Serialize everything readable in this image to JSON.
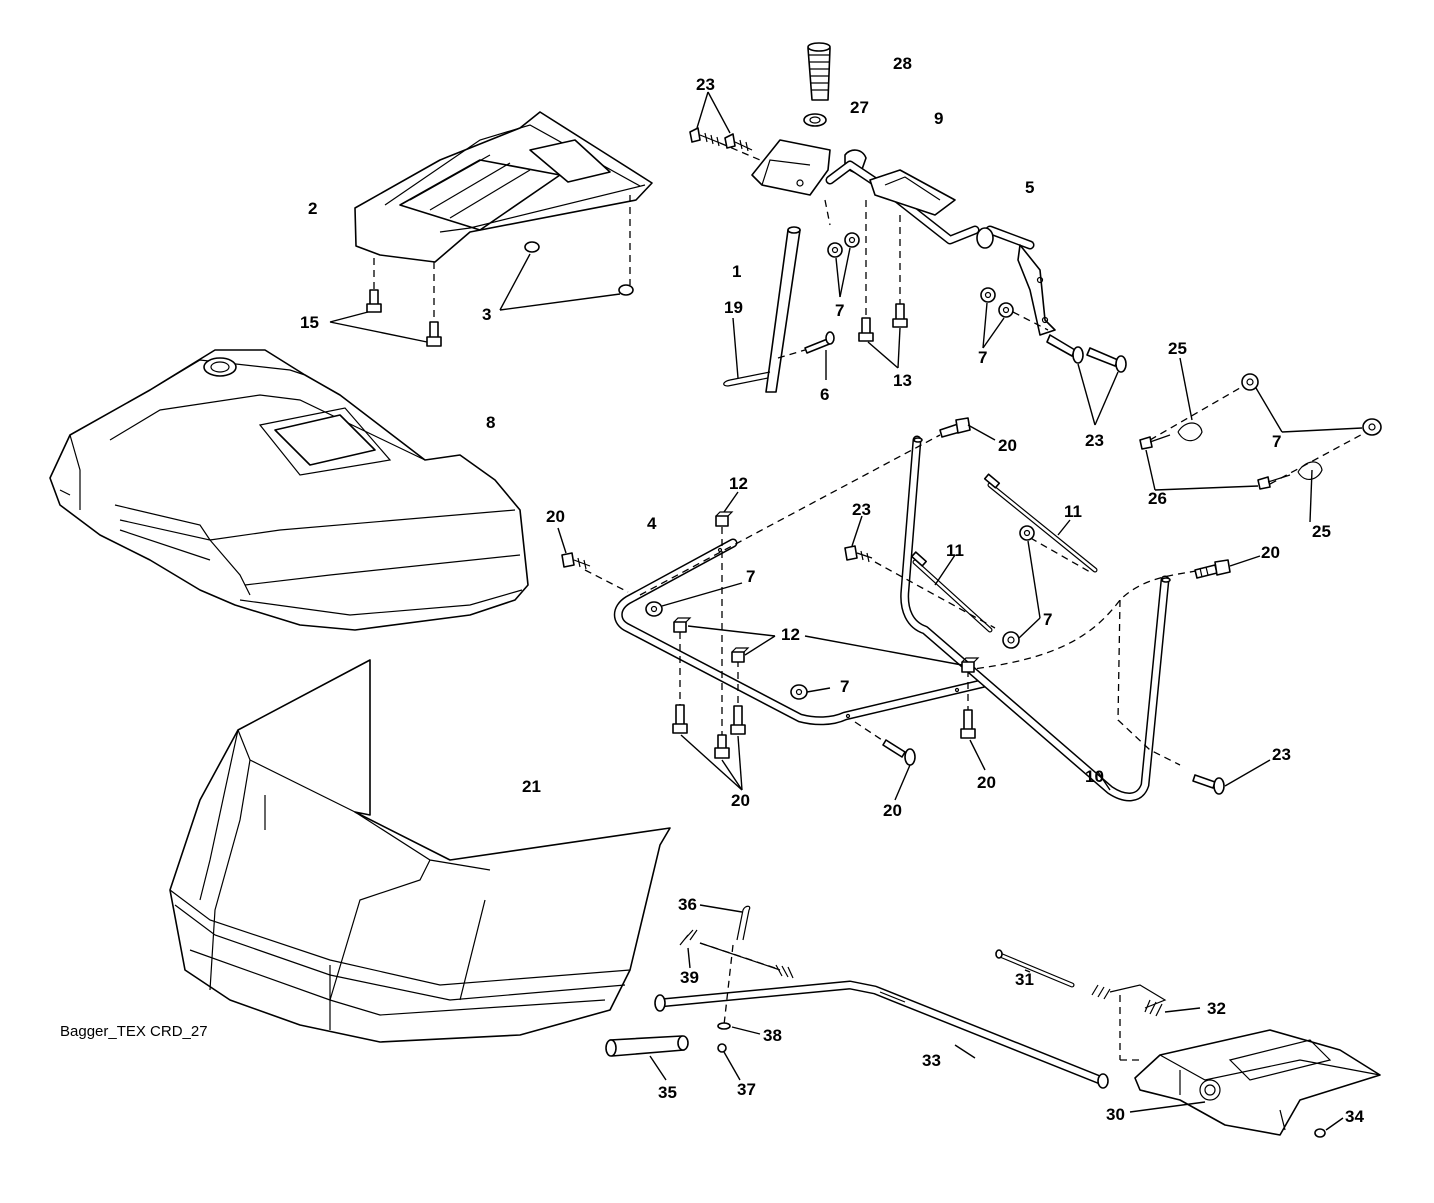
{
  "caption": "Bagger_TEX CRD_27",
  "callouts": {
    "c28": "28",
    "c27": "27",
    "c23a": "23",
    "c9": "9",
    "c5": "5",
    "c2": "2",
    "c1": "1",
    "c7a": "7",
    "c19": "19",
    "c6": "6",
    "c13": "13",
    "c7b": "7",
    "c23b": "23",
    "c15": "15",
    "c3": "3",
    "c25a": "25",
    "c7c": "7",
    "c26": "26",
    "c25b": "25",
    "c8": "8",
    "c20a": "20",
    "c11a": "11",
    "c11b": "11",
    "c12a": "12",
    "c20b": "20",
    "c4": "4",
    "c7d": "7",
    "c23c": "23",
    "c20c": "20",
    "c7e": "7",
    "c12b": "12",
    "c7f": "7",
    "c20d": "20",
    "c20e": "20",
    "c20f": "20",
    "c10": "10",
    "c23d": "23",
    "c21": "21",
    "c36": "36",
    "c39": "39",
    "c31": "31",
    "c32": "32",
    "c38": "38",
    "c33": "33",
    "c35": "35",
    "c37": "37",
    "c30": "30",
    "c34": "34"
  }
}
